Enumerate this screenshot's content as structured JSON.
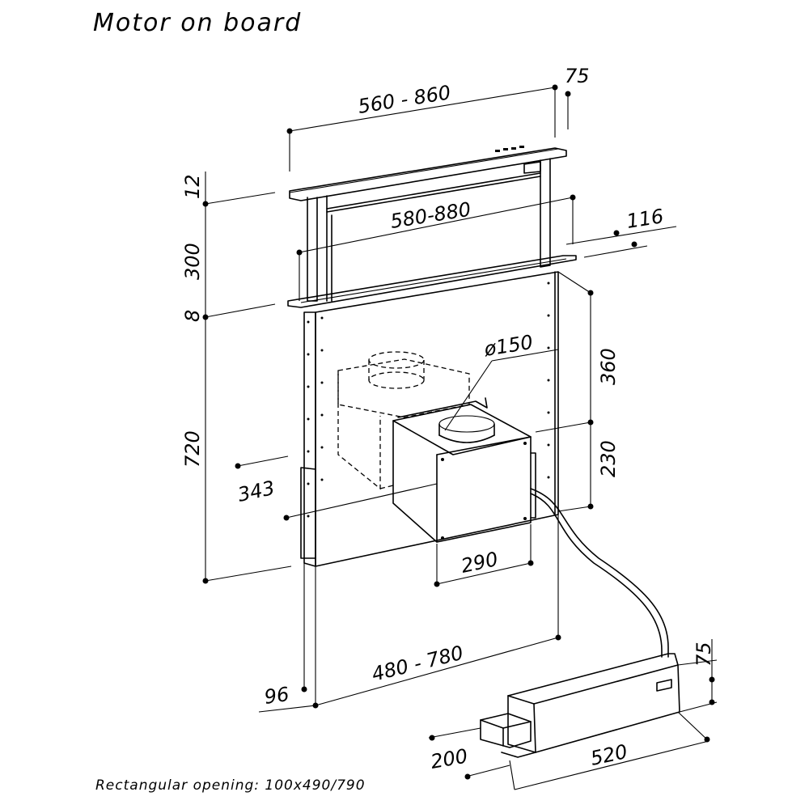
{
  "title": "Motor on board",
  "caption": "Rectangular opening: 100x490/790",
  "dimensions": {
    "top_width": "560 - 860",
    "top_depth": "75",
    "inner_width": "580-880",
    "flange_depth": "116",
    "top_thickness": "12",
    "rise_height": "300",
    "flange_thickness": "8",
    "body_height": "720",
    "motor_upper": "360",
    "motor_height": "230",
    "duct_diameter": "ø150",
    "motor_offset": "343",
    "motor_width": "290",
    "body_width": "480 - 780",
    "body_depth": "96",
    "remote_height": "75",
    "remote_width": "200",
    "remote_length": "520"
  }
}
